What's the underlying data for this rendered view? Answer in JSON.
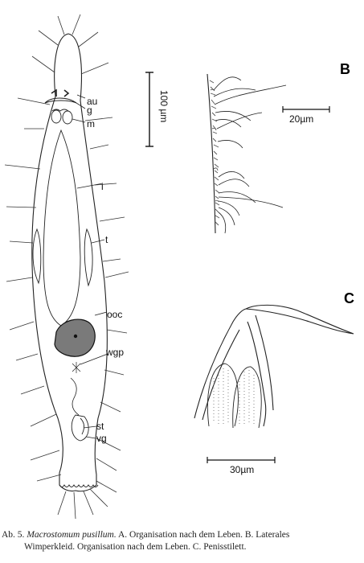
{
  "panels": {
    "b": "B",
    "c": "C"
  },
  "labels": {
    "au": "au",
    "g": "g",
    "m": "m",
    "i": "i",
    "t": "t",
    "ooc": "ooc",
    "wgp": "wgp",
    "st": "st",
    "vg": "vg"
  },
  "scale_bars": {
    "a": "100 µm",
    "b": "20µm",
    "c": "30µm"
  },
  "caption": {
    "prefix": "Ab. 5.",
    "species": "Macrostomum pusillum.",
    "line1_rest": "A. Organisation nach dem Leben. B. Laterales",
    "line2": "Wimperkleid. Organisation nach dem Leben. C. Penisstilett."
  }
}
